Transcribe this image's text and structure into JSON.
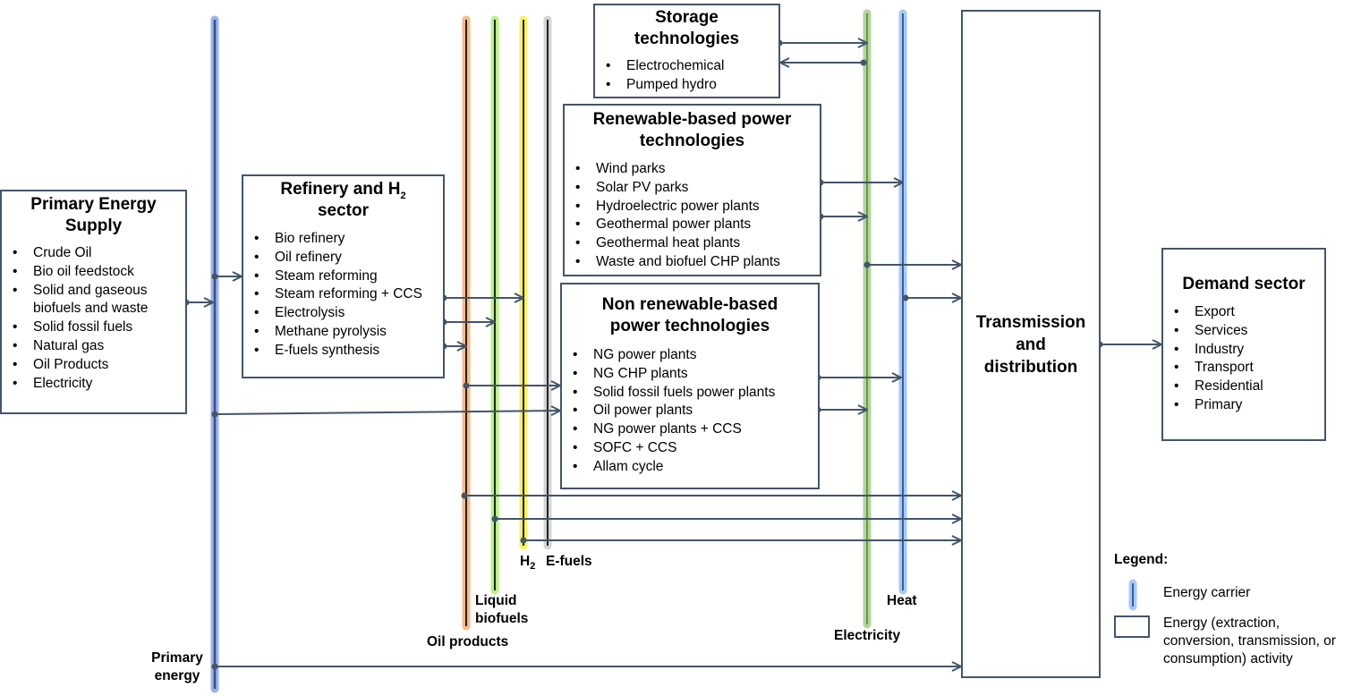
{
  "colors": {
    "line": "#44546a",
    "primary_energy": "#8fa9ea",
    "oil_products": "#f8b27c",
    "liquid_biofuels": "#b4f07a",
    "h2": "#f5ee57",
    "efuels": "#cfcfcf",
    "electricity": "#a9d18e",
    "heat": "#9dc3f6"
  },
  "boxes": {
    "primary_supply": {
      "title": "Primary Energy Supply",
      "items": [
        "Crude Oil",
        "Bio oil feedstock",
        "Solid and gaseous biofuels and waste",
        "Solid fossil fuels",
        "Natural gas",
        "Oil Products",
        "Electricity"
      ]
    },
    "refinery": {
      "title_main": "Refinery and H",
      "title_sub": "2",
      "title_end": "sector",
      "items": [
        "Bio refinery",
        "Oil refinery",
        "Steam reforming",
        "Steam reforming + CCS",
        "Electrolysis",
        "Methane pyrolysis",
        "E-fuels synthesis"
      ]
    },
    "storage": {
      "title": "Storage technologies",
      "items": [
        "Electrochemical",
        "Pumped hydro"
      ]
    },
    "renewable": {
      "title": "Renewable-based power technologies",
      "items": [
        "Wind parks",
        "Solar PV parks",
        "Hydroelectric power plants",
        "Geothermal power plants",
        "Geothermal heat plants",
        "Waste and biofuel CHP plants"
      ]
    },
    "nonrenewable": {
      "title": "Non renewable-based power technologies",
      "items": [
        "NG power plants",
        "NG CHP plants",
        "Solid fossil fuels power plants",
        "Oil power plants",
        "NG power plants + CCS",
        "SOFC + CCS",
        "Allam cycle"
      ]
    },
    "transmission": {
      "title": "Transmission and distribution"
    },
    "demand": {
      "title": "Demand sector",
      "items": [
        "Export",
        "Services",
        "Industry",
        "Transport",
        "Residential",
        "Primary"
      ]
    }
  },
  "carriers": {
    "primary_energy": "Primary energy",
    "oil_products": "Oil products",
    "liquid_biofuels": "Liquid biofuels",
    "h2_main": "H",
    "h2_sub": "2",
    "efuels": "E-fuels",
    "electricity": "Electricity",
    "heat": "Heat"
  },
  "legend": {
    "title": "Legend:",
    "carrier": "Energy carrier",
    "activity": "Energy (extraction, conversion, transmission, or consumption) activity"
  }
}
